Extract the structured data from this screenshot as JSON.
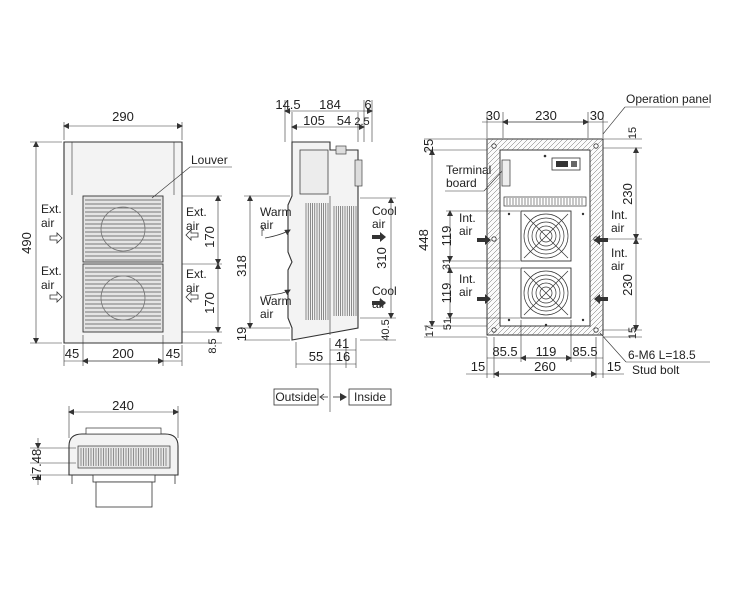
{
  "front_view": {
    "width_top": "290",
    "height": "490",
    "louver_label": "Louver",
    "ext_air_1": [
      "Ext.",
      "air"
    ],
    "ext_air_2": [
      "Ext.",
      "air"
    ],
    "ext_air_3": [
      "Ext.",
      "air"
    ],
    "ext_air_4": [
      "Ext.",
      "air"
    ],
    "dim_170_a": "170",
    "dim_170_b": "170",
    "dim_45_left": "45",
    "dim_200": "200",
    "dim_45_right": "45",
    "dim_8_5": "8.5"
  },
  "side_view": {
    "dim_14_5": "14.5",
    "dim_184": "184",
    "dim_6": "6",
    "dim_105": "105",
    "dim_54": "54",
    "dim_2_5": "2.5",
    "warm_air_1": [
      "Warm",
      "air"
    ],
    "warm_air_2": [
      "Warm",
      "air"
    ],
    "cool_air_1": [
      "Cool",
      "air"
    ],
    "cool_air_2": [
      "Cool",
      "air"
    ],
    "dim_318": "318",
    "dim_310": "310",
    "dim_19": "19",
    "dim_40_5": "40.5",
    "dim_55": "55",
    "dim_41": "41",
    "dim_16": "16",
    "outside_label": "Outside",
    "inside_label": "Inside"
  },
  "rear_view": {
    "operation_panel_label": "Operation panel",
    "terminal_board_label": [
      "Terminal",
      "board"
    ],
    "dim_30_left": "30",
    "dim_230_top": "230",
    "dim_30_right": "30",
    "dim_25": "25",
    "dim_15_top": "15",
    "dim_230_right_a": "230",
    "dim_230_right_b": "230",
    "dim_448": "448",
    "dim_119_a": "119",
    "dim_31": "31",
    "dim_119_b": "119",
    "dim_17": "17",
    "dim_51": "51",
    "dim_15_bottom": "15",
    "int_air_1": [
      "Int.",
      "air"
    ],
    "int_air_2": [
      "Int.",
      "air"
    ],
    "int_air_3": [
      "Int.",
      "air"
    ],
    "int_air_4": [
      "Int.",
      "air"
    ],
    "dim_85_5_left": "85.5",
    "dim_119_c": "119",
    "dim_85_5_right": "85.5",
    "stud_spec": "6-M6   L=18.5",
    "stud_label": "Stud bolt",
    "dim_15_left": "15",
    "dim_260": "260",
    "dim_15_right": "15"
  },
  "top_view": {
    "dim_240": "240",
    "dim_17_48": "17.48"
  }
}
